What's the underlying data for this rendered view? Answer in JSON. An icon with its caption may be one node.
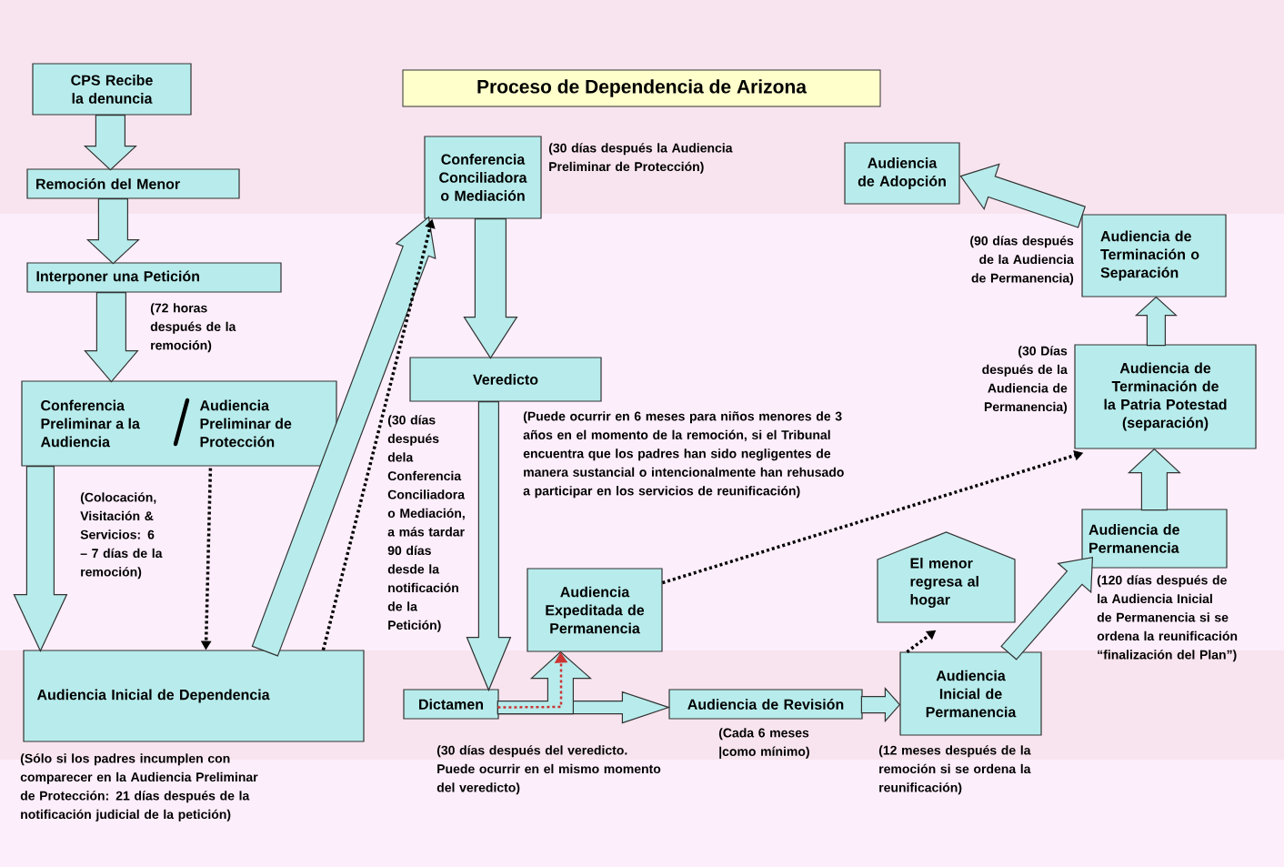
{
  "diagram": {
    "title": "Proceso de Dependencia de Arizona",
    "nodes": [
      {
        "text": [
          "CPS Recibe la denuncia"
        ]
      },
      {
        "text": [
          "Remoción del Menor"
        ]
      },
      {
        "text": [
          "Interponer una Petición"
        ]
      },
      {
        "text": [
          "Conferencia Preliminar a la Audiencia",
          "Audiencia Preliminar de Protección"
        ]
      },
      {
        "text": [
          "Audiencia Inicial de Dependencia"
        ],
        "beside": [
          "(Sólo si los padres incumplen con comparecer en la Audiencia Preliminar de Protección: 21 días después de la notificación judicial de la petición)"
        ]
      },
      {
        "text": [
          "Conferencia Conciliadora o Mediación"
        ],
        "beside": [
          "(30 días después la Audiencia Preliminar de Protección)"
        ]
      },
      {
        "text": [
          "Veredicto"
        ]
      },
      {
        "text": [
          "Dictamen"
        ],
        "beside": [
          "(30 días después del veredicto. Puede ocurrir en el mismo momento del veredicto)"
        ]
      },
      {
        "text": [
          "Audiencia Expeditada de Permanencia"
        ]
      },
      {
        "text": [
          "Audiencia de Revisión"
        ],
        "beside": [
          "(Cada 6 meses |como mínimo)"
        ]
      },
      {
        "text": [
          "Audiencia Inicial de Permanencia"
        ],
        "beside": [
          "(12 meses después de la remoción si se ordena la reunificación)"
        ]
      },
      {
        "text": [
          "El menor regresa al hogar"
        ]
      },
      {
        "text": [
          "Audiencia de Permanencia"
        ],
        "beside": [
          "(120 días después de la Audiencia Inicial de Permanencia si se ordena la reunificación “finalización del Plan”)"
        ]
      },
      {
        "text": [
          "Audiencia de Terminación de la Patria Potestad (separación)"
        ],
        "beside": [
          "(30 Días después de la Audiencia de Permanencia)"
        ]
      },
      {
        "text": [
          "Audiencia de Terminación o Separación"
        ],
        "beside": [
          "(90 días después de la Audiencia de Permanencia)"
        ]
      },
      {
        "text": [
          "Audiencia de Adopción"
        ]
      }
    ],
    "edges": [
      {
        "from": 0,
        "to": 1,
        "arrow": "to"
      },
      {
        "from": 1,
        "to": 2,
        "arrow": "to"
      },
      {
        "from": 2,
        "to": 3,
        "arrow": "to"
      },
      {
        "from": 3,
        "to": 4,
        "arrow": "to"
      },
      {
        "from": 3,
        "to": 4,
        "arrow": "to",
        "style": "dashed"
      },
      {
        "from": 4,
        "to": 5,
        "arrow": "to"
      },
      {
        "from": 4,
        "to": 5,
        "arrow": "to",
        "style": "dashed"
      },
      {
        "from": 5,
        "to": 6,
        "arrow": "to"
      },
      {
        "from": 6,
        "to": 7,
        "arrow": "to"
      },
      {
        "from": 7,
        "to": 8,
        "arrow": "to"
      },
      {
        "from": 7,
        "to": 9,
        "arrow": "to"
      },
      {
        "from": 7,
        "to": 8,
        "arrow": "to",
        "style": "dashed",
        "color": "#cc3333"
      },
      {
        "from": 9,
        "to": 10,
        "arrow": "to"
      },
      {
        "from": 10,
        "to": 11,
        "arrow": "to",
        "style": "dashed"
      },
      {
        "from": 10,
        "to": 12,
        "arrow": "to"
      },
      {
        "from": 8,
        "to": 13,
        "arrow": "to",
        "style": "dashed"
      },
      {
        "from": 12,
        "to": 13,
        "arrow": "to"
      },
      {
        "from": 13,
        "to": 14,
        "arrow": "to"
      },
      {
        "from": 14,
        "to": 15,
        "arrow": "to"
      }
    ],
    "labels": [
      "(72 horas después de la remoción)",
      "(Colocación, Visitación & Servicios: 6 – 7 días de la remoción)",
      "(30 días después dela Conferencia Conciliadora o Mediación, a más tardar 90 días desde la notificación de la Petición)",
      "(Puede ocurrir en 6 meses para niños menores de 3 años en el momento de la remoción, si el Tribunal encuentra que los padres han sido negligentes de manera sustancial o intencionalmente han rehusado a participar en los servicios de reunificación)"
    ]
  }
}
